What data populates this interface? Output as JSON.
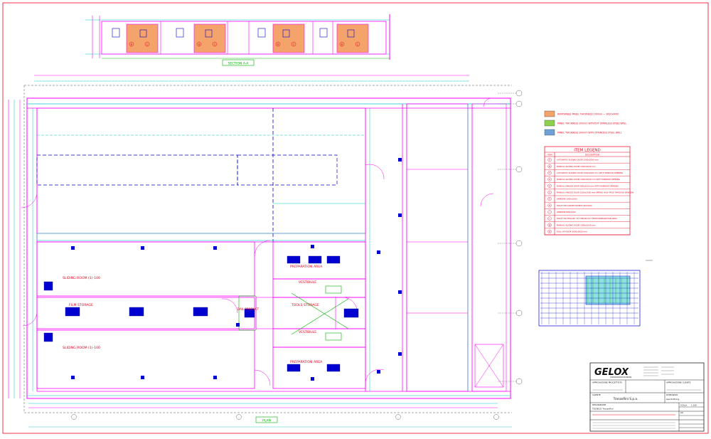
{
  "colors": {
    "wall": "#ff00ff",
    "line": "#00c8c8",
    "legend_red": "#e8001c",
    "panel_orange": "#f4a46a",
    "panel_green": "#8fd14f",
    "panel_blue": "#6fa0d8",
    "equipment_blue": "#0000d0",
    "annot_green": "#00b000"
  },
  "section": {
    "label": "SECTION A-A",
    "item_tags": [
      "B",
      "C",
      "B",
      "C",
      "B",
      "C",
      "B",
      "C"
    ]
  },
  "plan": {
    "label": "PLAN",
    "rooms": [
      {
        "label": "SLIDING ROOM (1)-100"
      },
      {
        "label": "FILM STORAGE"
      },
      {
        "label": "SLIDING ROOM (1)-100"
      },
      {
        "label": "PREPARATION AREA"
      },
      {
        "label": "VESTIBULE"
      },
      {
        "label": "TOOLS STORAGE"
      },
      {
        "label": "VESTIBULE"
      },
      {
        "label": "PREPARATION AREA"
      },
      {
        "label": "DAIL PRODUCT"
      }
    ]
  },
  "panel_legend": [
    {
      "color": "#f4a46a",
      "text": "REMOVABLE PANEL THICKNESS 100mm — 3000x3000"
    },
    {
      "color": "#8fd14f",
      "text": "PANEL THICKNESS 100mm WITHOUT STAINLESS STEEL WALL"
    },
    {
      "color": "#6fa0d8",
      "text": "PANEL THICKNESS 100mm WITH STAINLESS STEEL WALL"
    }
  ],
  "item_legend": {
    "title": "ITEM LEGEND",
    "col_item": "ITEM",
    "col_desc": "DESCRIPTION",
    "rows": [
      {
        "tag": "A",
        "text": "AUTOMATIC SLIDING DOOR 1500x2000 mm"
      },
      {
        "tag": "B",
        "text": "MANUAL SLIDING DOOR 1200x2000 mm"
      },
      {
        "tag": "C",
        "text": "AUTOMATIC SLIDING DOOR 1000x2000 mm WITH WINDOW OPENING"
      },
      {
        "tag": "D",
        "text": "MANUAL SLIDING DOOR 1000x2000 mm WITH WINDOW OPENING"
      },
      {
        "tag": "E",
        "text": "MANUAL HINGED DOOR 900x2000 mm WITH WINDOW OPENING"
      },
      {
        "tag": "F",
        "text": "MANUAL HINGED DOOR 1200x2000 mm SPRING HALF PASS THROUGH WINDOW"
      },
      {
        "tag": "G",
        "text": "WINDOW 1000x1000"
      },
      {
        "tag": "H",
        "text": "HOLE FOR CONVEYOR BELT 600x600"
      },
      {
        "tag": "I",
        "text": "WINDOW 600x1000"
      },
      {
        "tag": "L",
        "text": "HOLE FOR TROLLEY TO THROW OUT FROM PREPARATION AREA"
      },
      {
        "tag": "M",
        "text": "MANUAL SLIDING DOOR 1000x2000 mm"
      },
      {
        "tag": "N",
        "text": "ROLL-UP DOOR 3000x3000 mm"
      }
    ]
  },
  "title_block": {
    "logo": "GELOX",
    "logo_sub": "CLEAN ROOM DIVISION",
    "approval_left": "APPROVAZIONE  PROGETTISTA",
    "approval_right": "APPROVAZIONE  CLIENTE",
    "client_label": "CLIENTE",
    "client_name": "Tranzoflini S.p.a.",
    "project_label": "DESCRIZIONE",
    "project_text": "TECNICO Tranzoflini",
    "scale_label": "SCALA",
    "scale_value": "1:100",
    "format_value": "A0",
    "drawn_label": "DISEGNATO",
    "drawn_name": "Gandolfi Ing."
  },
  "grid_marks": [
    "1",
    "2",
    "3",
    "4",
    "5",
    "6",
    "7",
    "8"
  ]
}
